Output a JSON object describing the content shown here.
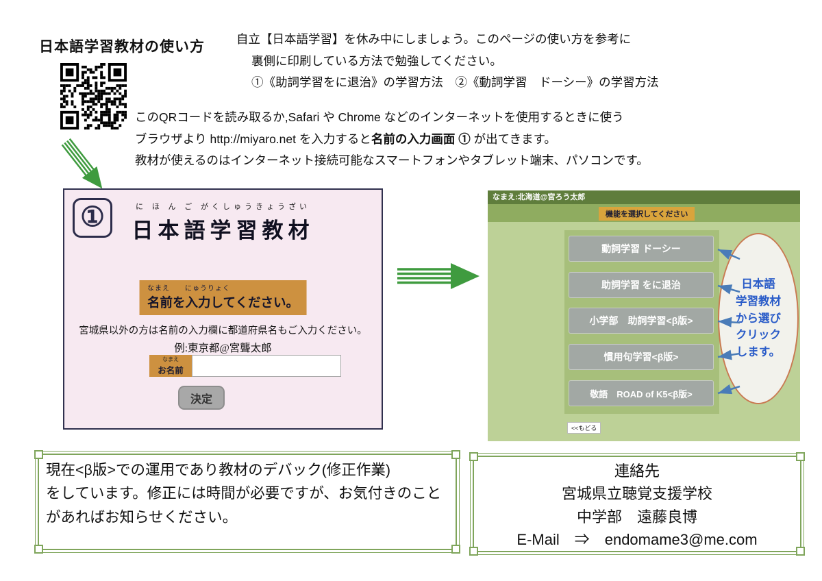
{
  "header": {
    "title": "日本語学習教材の使い方",
    "intro_lines": [
      "自立【日本語学習】を休み中にしましょう。このページの使い方を参考に",
      "裏側に印刷している方法で勉強してください。",
      "①《助詞学習をに退治》の学習方法　②《動詞学習　ドーシー》の学習方法"
    ],
    "qr_caption": {
      "line1": "このQRコードを読み取るか,Safari や Chrome などのインターネットを使用するときに使う",
      "line2_pre": "ブラウザより http://miyaro.net を入力すると",
      "line2_bold": "名前の入力画面 ①",
      "line2_post": " が出てきます。",
      "line3": "教材が使えるのはインターネット接続可能なスマートフォンやタブレット端末、パソコンです。"
    }
  },
  "name_screen": {
    "badge": "①",
    "title_furigana": "に ほ ん ご がくしゅうきょうざい",
    "title": "日本語学習教材",
    "prompt_furigana": "なまえ　　にゅうりょく",
    "prompt": "名前を入力してください。",
    "note": "宮城県以外の方は名前の入力欄に都道府県名もご入力ください。",
    "example": "例:東京都@宮聾太郎",
    "name_label_furigana": "なまえ",
    "name_label": "お名前",
    "submit_label": "決定"
  },
  "menu_screen": {
    "user_bar": "なまえ:北海道@宮ろう太郎",
    "instruction": "機能を選択してください",
    "buttons": [
      "動詞学習 ドーシー",
      "助詞学習 をに退治",
      "小学部　助詞学習<β版>",
      "慣用句学習<β版>",
      "敬語　ROAD of K5<β版>"
    ],
    "back_label": "<<もどる",
    "annotation_lines": [
      "日本語",
      "学習教材",
      "から選び",
      "クリック",
      "します。"
    ]
  },
  "notes": {
    "beta_lines": [
      "現在<β版>での運用であり教材のデバック(修正作業)",
      "をしています。修正には時間が必要ですが、お気付きのこと",
      "があればお知らせください。"
    ],
    "contact_lines": [
      "連絡先",
      "宮城県立聴覚支援学校",
      "中学部　遠藤良博",
      "E-Mail　⇒　endomame3@me.com"
    ]
  },
  "colors": {
    "name_panel_bg": "#f7e9f1",
    "name_panel_border": "#30304e",
    "accent_orange": "#cd9140",
    "menu_bg": "#bdd197",
    "menu_bar_green": "#5f7d3c",
    "menu_button_gray": "#a2a8a4",
    "annotation_blue": "#2a5cc8",
    "annotation_outline": "#c97a52",
    "frame_green": "#7fa55b",
    "arrow_green": "#3f9b3f",
    "arrow_blue": "#4a7cb8"
  }
}
